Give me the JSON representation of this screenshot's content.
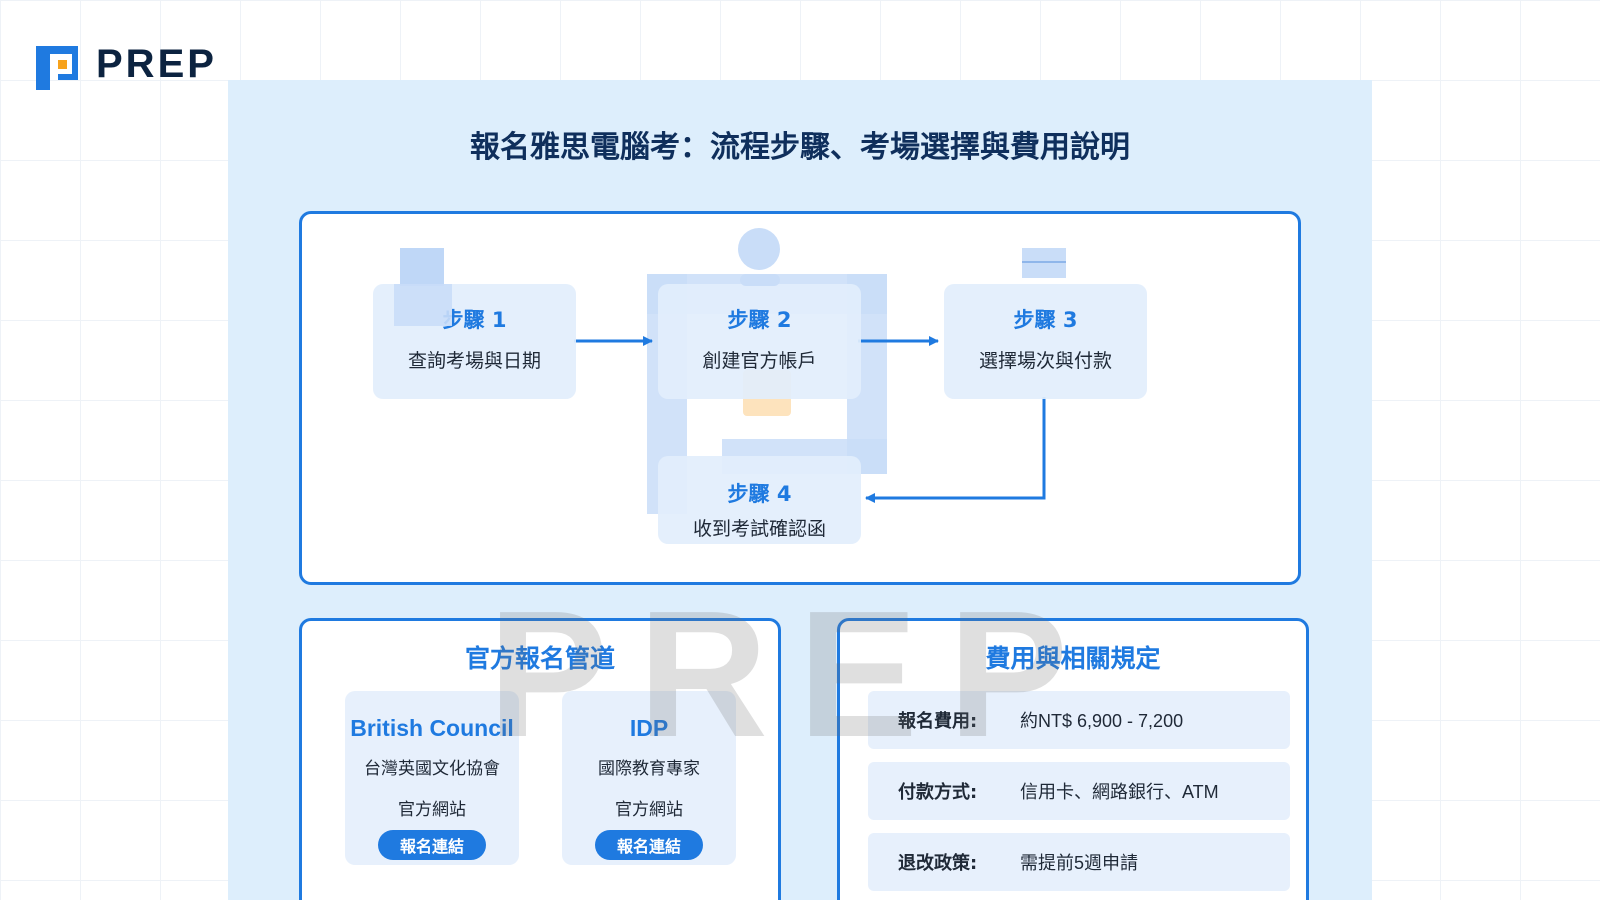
{
  "brand": {
    "logo_text": "PREP",
    "logo_icon": "prep-logo-icon",
    "watermark_text": "PREP",
    "colors": {
      "primary": "#1f7ae0",
      "title": "#0f2f5c",
      "accent": "#f7a21b",
      "logo_dark": "#0c2340"
    }
  },
  "title": "報名雅思電腦考：流程步驟、考場選擇與費用說明",
  "flow": {
    "steps": [
      {
        "label": "步驟 1",
        "desc": "查詢考場與日期",
        "icon": "calendar-icon"
      },
      {
        "label": "步驟 2",
        "desc": "創建官方帳戶",
        "icon": "user-icon"
      },
      {
        "label": "步驟 3",
        "desc": "選擇場次與付款",
        "icon": "card-icon"
      },
      {
        "label": "步驟 4",
        "desc": "收到考試確認函"
      }
    ]
  },
  "channels": {
    "title": "官方報名管道",
    "items": [
      {
        "name": "British Council",
        "desc": "台灣英國文化協會",
        "link_text": "官方網站",
        "button": "報名連結"
      },
      {
        "name": "IDP",
        "desc": "國際教育專家",
        "link_text": "官方網站",
        "button": "報名連結"
      }
    ]
  },
  "fees": {
    "title": "費用與相關規定",
    "rows": [
      {
        "label": "報名費用:",
        "value": "約NT$ 6,900 - 7,200"
      },
      {
        "label": "付款方式:",
        "value": "信用卡、網路銀行、ATM"
      },
      {
        "label": "退改政策:",
        "value": "需提前5週申請"
      }
    ]
  }
}
